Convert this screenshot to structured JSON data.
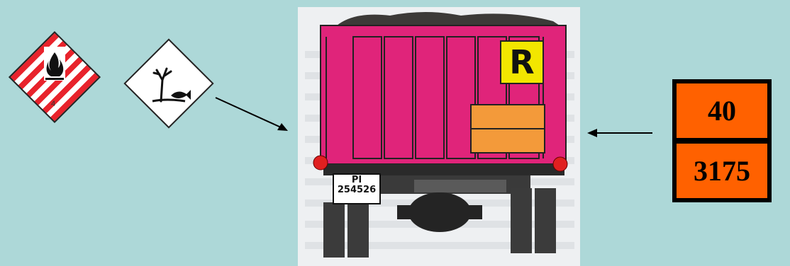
{
  "labels": {
    "flammable_class": "4"
  },
  "truck": {
    "rear_sign": "R",
    "plate_line1": "PI",
    "plate_line2": "254526"
  },
  "orange_plate": {
    "hazard_id": "40",
    "un_number": "3175"
  },
  "colors": {
    "background": "#add8d8",
    "truck_body": "#e0247a",
    "orange_plate": "#ff6100",
    "r_sign": "#f2e600"
  },
  "icons": [
    "flammable-solid-label-icon",
    "environmental-hazard-label-icon",
    "arrow-icon"
  ]
}
